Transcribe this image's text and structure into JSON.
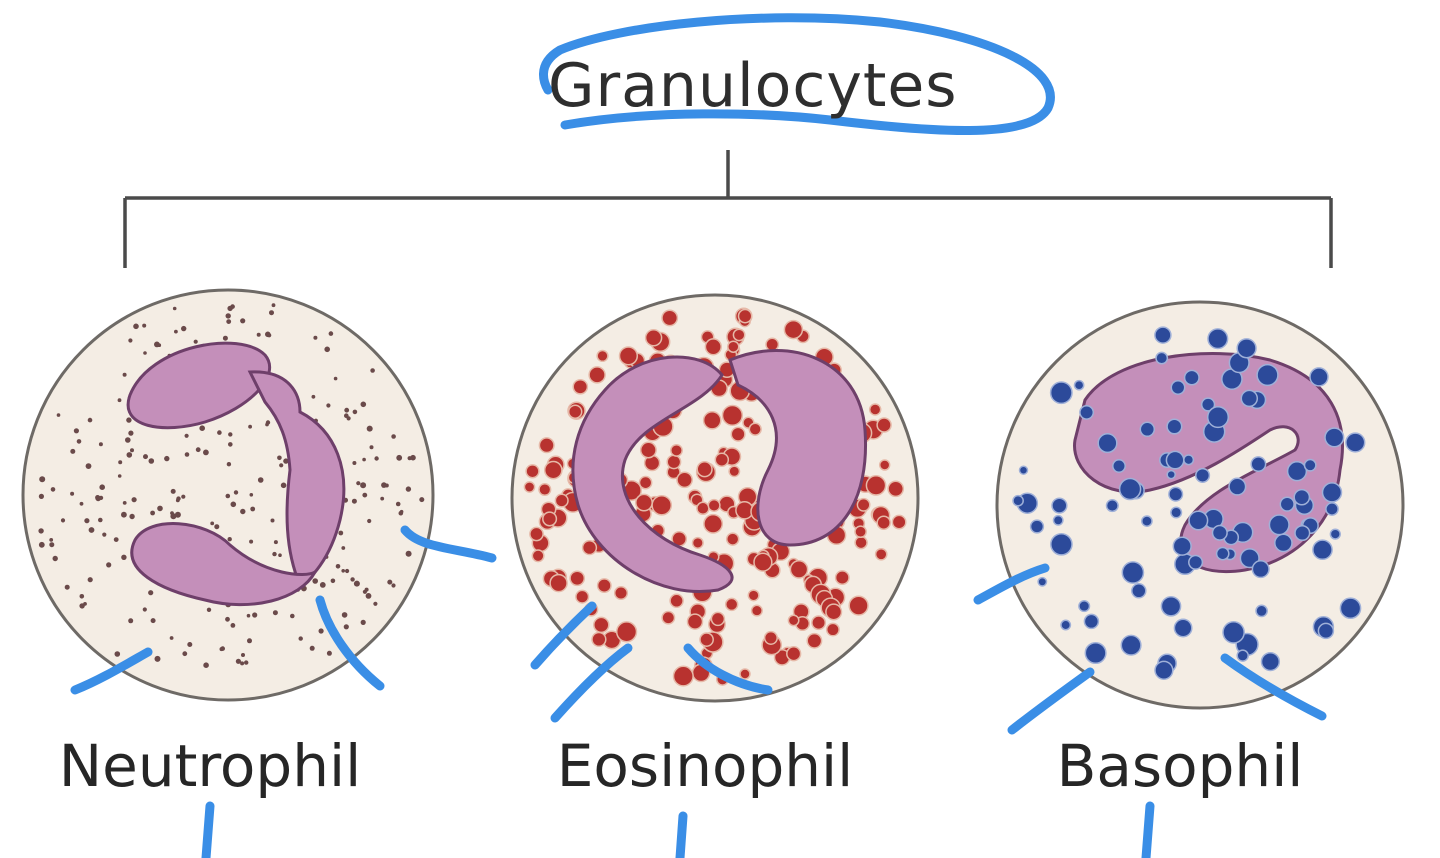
{
  "diagram": {
    "title": "Granulocytes",
    "cells": [
      {
        "label": "Neutrophil"
      },
      {
        "label": "Eosinophil"
      },
      {
        "label": "Basophil"
      }
    ]
  },
  "colors": {
    "annotation_ink": "#3a8ee6",
    "line": "#4a4a4a",
    "cell_border": "#6e6a66",
    "cytoplasm": "#f4ede4",
    "nucleus": "#c48fba",
    "nucleus_outline": "#6e3f6a",
    "neutrophil_granule": "#6a4a4a",
    "eosinophil_granule": "#b8322f",
    "basophil_granule": "#2c4a9a"
  }
}
